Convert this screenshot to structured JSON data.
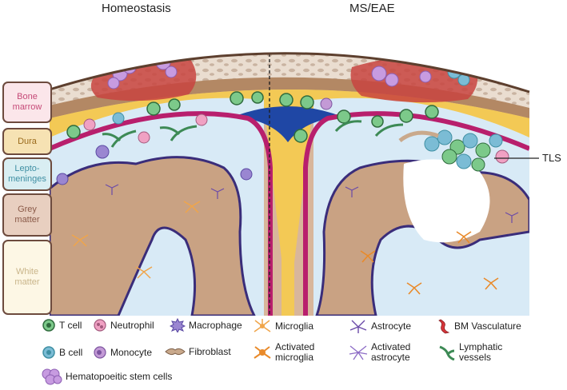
{
  "panels": {
    "left_title": "Homeostasis",
    "right_title": "MS/EAE"
  },
  "layers": [
    {
      "label": "Bone\nmarrow",
      "fill": "#fbe6ea",
      "text_color": "#c64a78"
    },
    {
      "label": "Dura",
      "fill": "#f6e2b3",
      "text_color": "#9a6b1c"
    },
    {
      "label": "Lepto-\nmeninges",
      "fill": "#d9eef2",
      "text_color": "#3f8fa3"
    },
    {
      "label": "Grey\nmatter",
      "fill": "#e8cfc0",
      "text_color": "#8a5a48"
    },
    {
      "label": "White\nmatter",
      "fill": "#fdf7e5",
      "text_color": "#c9b58a"
    }
  ],
  "annotation": {
    "tls": "TLS"
  },
  "legend": {
    "t_cell": "T cell",
    "neutrophil": "Neutrophil",
    "macrophage": "Macrophage",
    "microglia": "Microglia",
    "astrocyte": "Astrocyte",
    "bm_vasculature": "BM Vasculature",
    "b_cell": "B cell",
    "monocyte": "Monocyte",
    "fibroblast": "Fibroblast",
    "activated_microglia": "Activated\nmicroglia",
    "activated_astrocyte": "Activated\nastrocyte",
    "lymphatic_vessels": "Lymphatic\nvessels",
    "hsc": "Hematopoeitic stem cells"
  },
  "colors": {
    "t_cell": "#7cc98a",
    "b_cell": "#7bbcd5",
    "neutrophil": "#f0a1c3",
    "monocyte": "#c39ad6",
    "macrophage": "#9a86d1",
    "microglia": "#f0a54a",
    "astrocyte": "#6b4aa8",
    "fibroblast": "#c9a98c",
    "bm_vasculature": "#d8353a",
    "lymphatic": "#3d8a55",
    "hsc": "#c79be0",
    "dura": "#f3c955",
    "pia": "#b81f6d",
    "csf": "#d8eaf6",
    "grey_matter": "#c9a283",
    "white_matter": "#d8b69b",
    "sinus": "#1f47a5",
    "bone": "#eaddd0"
  }
}
